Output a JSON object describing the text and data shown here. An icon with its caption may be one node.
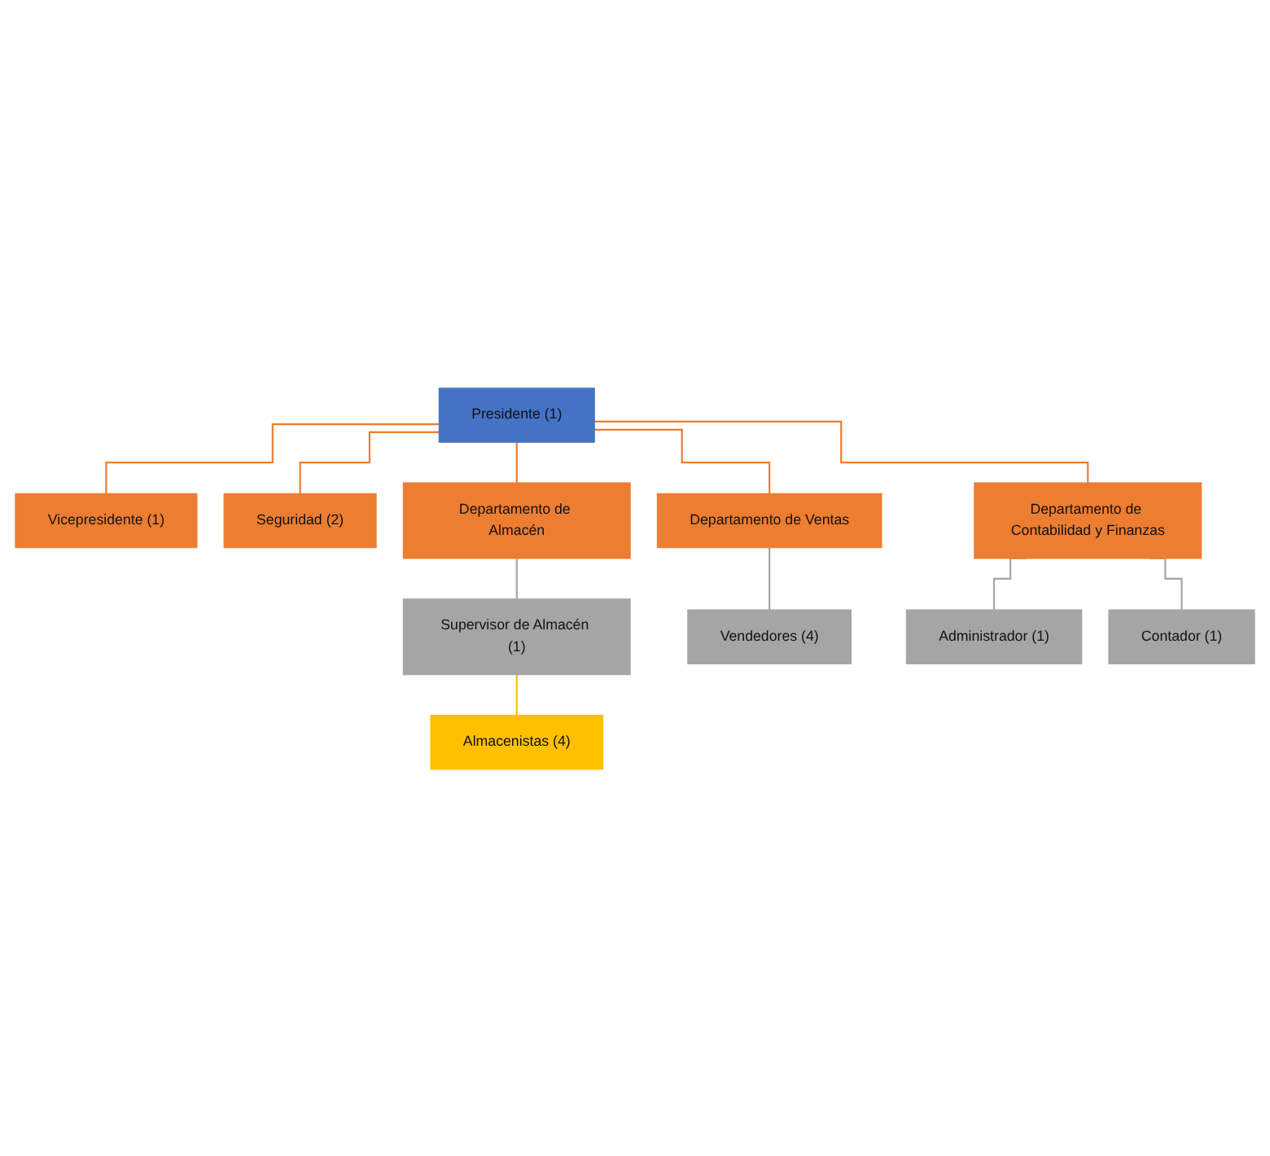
{
  "diagram": {
    "nodes": [
      {
        "text": [
          "Presidente (1)"
        ]
      },
      {
        "text": [
          "Vicepresidente (1)"
        ]
      },
      {
        "text": [
          "Seguridad (2)"
        ]
      },
      {
        "text": [
          "Departamento de Almacén"
        ]
      },
      {
        "text": [
          "Departamento de Ventas"
        ]
      },
      {
        "text": [
          "Departamento de Contabilidad y Finanzas"
        ]
      },
      {
        "text": [
          "Supervisor de Almacén (1)"
        ]
      },
      {
        "text": [
          "Vendedores (4)"
        ]
      },
      {
        "text": [
          "Administrador (1)"
        ]
      },
      {
        "text": [
          "Contador (1)"
        ]
      },
      {
        "text": [
          "Almacenistas (4)"
        ]
      }
    ],
    "edges": [
      {
        "from": 0,
        "to": 1,
        "arrow": "none"
      },
      {
        "from": 0,
        "to": 2,
        "arrow": "none"
      },
      {
        "from": 0,
        "to": 3,
        "arrow": "none"
      },
      {
        "from": 0,
        "to": 4,
        "arrow": "none"
      },
      {
        "from": 0,
        "to": 5,
        "arrow": "none"
      },
      {
        "from": 3,
        "to": 6,
        "arrow": "none",
        "color": "#a5a5a5"
      },
      {
        "from": 4,
        "to": 7,
        "arrow": "none",
        "color": "#a5a5a5"
      },
      {
        "from": 5,
        "to": 8,
        "arrow": "none",
        "color": "#a5a5a5"
      },
      {
        "from": 5,
        "to": 9,
        "arrow": "none",
        "color": "#a5a5a5"
      },
      {
        "from": 6,
        "to": 10,
        "arrow": "none",
        "color": "#ffc000"
      }
    ]
  }
}
